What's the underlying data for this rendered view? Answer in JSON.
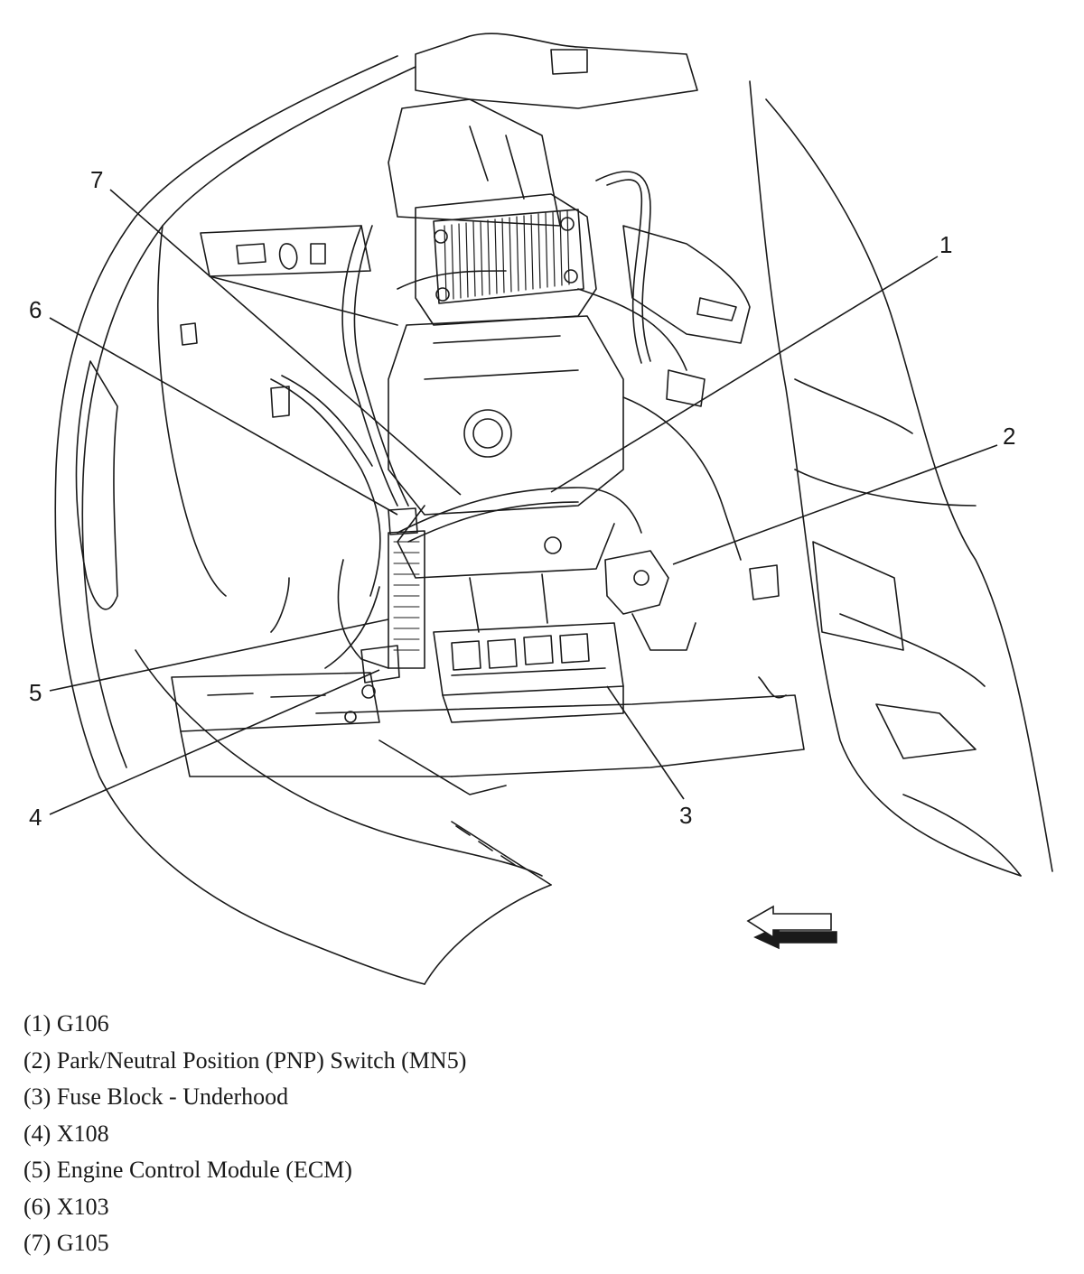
{
  "callouts": [
    {
      "number": "1",
      "label": "G106"
    },
    {
      "number": "2",
      "label": "Park/Neutral Position (PNP) Switch (MN5)"
    },
    {
      "number": "3",
      "label": "Fuse Block - Underhood"
    },
    {
      "number": "4",
      "label": "X108"
    },
    {
      "number": "5",
      "label": "Engine Control Module (ECM)"
    },
    {
      "number": "6",
      "label": "X103"
    },
    {
      "number": "7",
      "label": "G105"
    }
  ],
  "legend": [
    "(1) G106",
    "(2) Park/Neutral Position (PNP) Switch (MN5)",
    "(3) Fuse Block - Underhood",
    "(4) X108",
    "(5) Engine Control Module (ECM)",
    "(6) X103",
    "(7) G105"
  ],
  "colors": {
    "line": "#1a1a1a",
    "background": "#ffffff"
  }
}
